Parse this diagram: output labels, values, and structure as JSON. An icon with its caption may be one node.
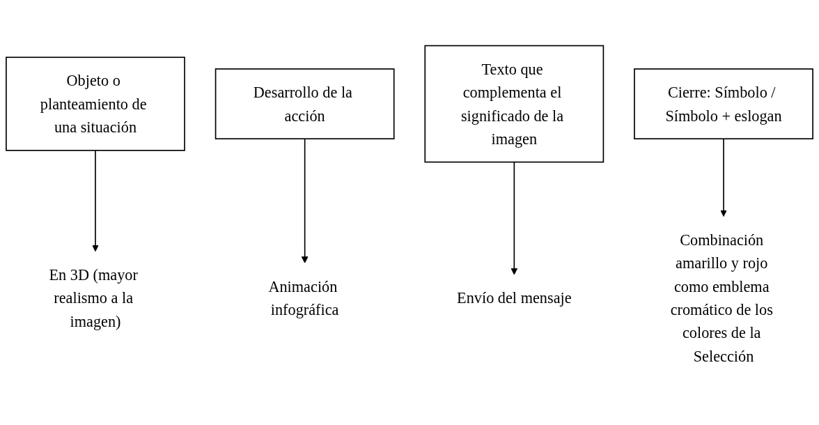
{
  "diagram": {
    "nodes": [
      {
        "text": [
          "Objeto o planteamiento de una situación"
        ]
      },
      {
        "text": [
          "Desarrollo de la acción"
        ]
      },
      {
        "text": [
          "Texto que complementa el significado de la imagen"
        ]
      },
      {
        "text": [
          "Cierre: Símbolo / Símbolo + eslogan"
        ]
      },
      {
        "text": [
          "En 3D (mayor realismo a la imagen)"
        ]
      },
      {
        "text": [
          "Animación infográfica"
        ]
      },
      {
        "text": [
          "Envío del mensaje"
        ]
      },
      {
        "text": [
          "Combinación amarillo y rojo como emblema cromático de los colores de la Selección"
        ]
      }
    ],
    "edges": [
      {
        "from": 0,
        "to": 4,
        "arrow": "to"
      },
      {
        "from": 1,
        "to": 5,
        "arrow": "to"
      },
      {
        "from": 2,
        "to": 6,
        "arrow": "to"
      },
      {
        "from": 3,
        "to": 7,
        "arrow": "to"
      }
    ]
  }
}
